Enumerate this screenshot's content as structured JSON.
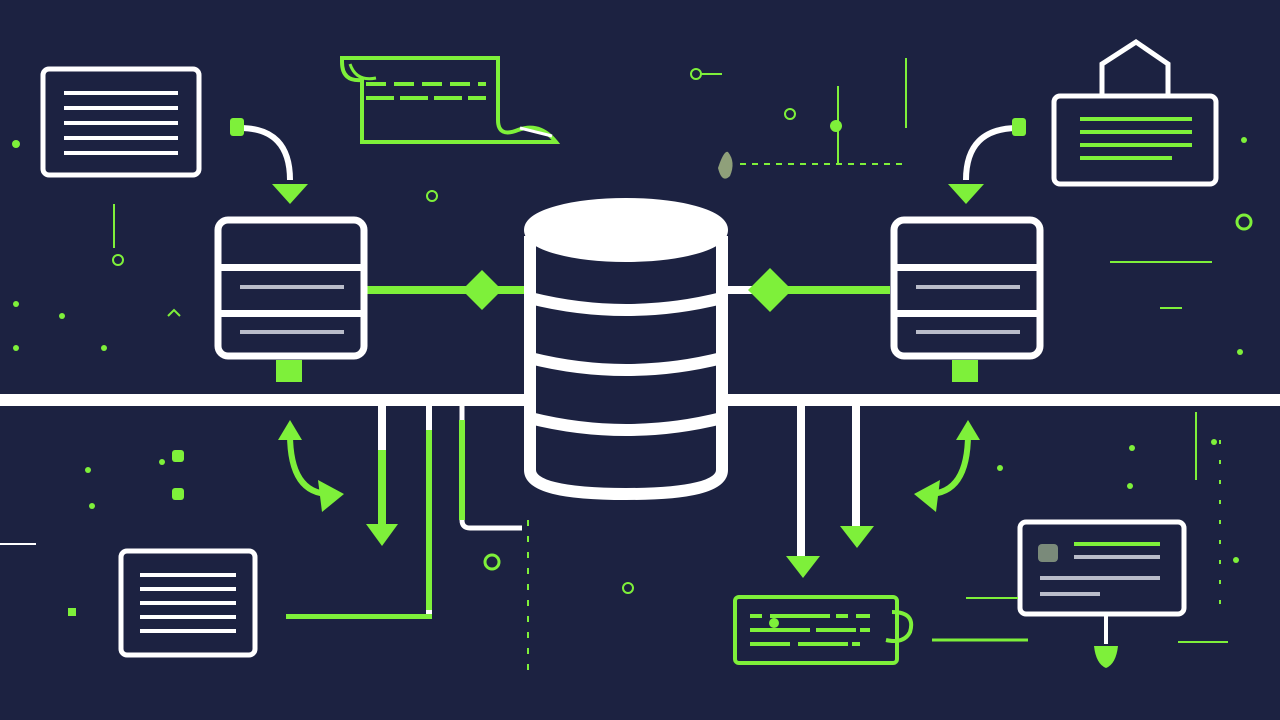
{
  "colors": {
    "background": "#1c2241",
    "line": "#ffffff",
    "accent": "#7ef03a",
    "muted": "#b9bcc9"
  },
  "diagram": {
    "central_node": "central-database-icon",
    "nodes": [
      {
        "id": "left-server",
        "icon": "server-rack-icon"
      },
      {
        "id": "right-server",
        "icon": "server-rack-icon"
      },
      {
        "id": "top-left-document",
        "icon": "document-icon"
      },
      {
        "id": "top-right-document",
        "icon": "document-icon"
      },
      {
        "id": "top-center-note",
        "icon": "scroll-note-icon"
      },
      {
        "id": "bottom-left-document",
        "icon": "document-icon"
      },
      {
        "id": "bottom-center-note",
        "icon": "cup-note-icon"
      },
      {
        "id": "bottom-right-card",
        "icon": "profile-card-icon"
      }
    ],
    "connectors": [
      "left-link",
      "right-link",
      "main-bus"
    ]
  }
}
